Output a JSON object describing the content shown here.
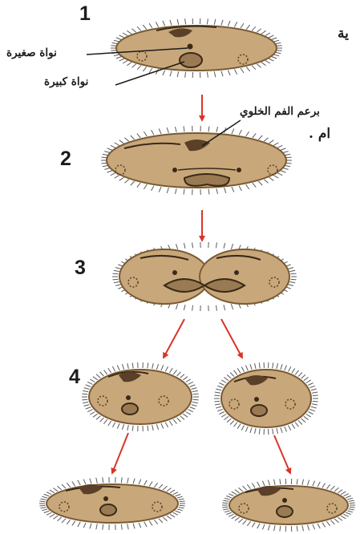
{
  "colors": {
    "body_fill": "#c8a87a",
    "body_edge": "#7a5a34",
    "cilia": "#5a5a5a",
    "arrow": "#d8352a",
    "leader": "#1c1c1c"
  },
  "stages": [
    {
      "number": "1"
    },
    {
      "number": "2"
    },
    {
      "number": "3"
    },
    {
      "number": "4"
    }
  ],
  "labels": {
    "micronucleus": "نواة صغيرة",
    "macronucleus": "نواة كبيرة",
    "oral_bud": "برعم الفم الخلوي"
  },
  "background_text": {
    "fragment_top": "ية",
    "fragment_mid": "ام ."
  }
}
